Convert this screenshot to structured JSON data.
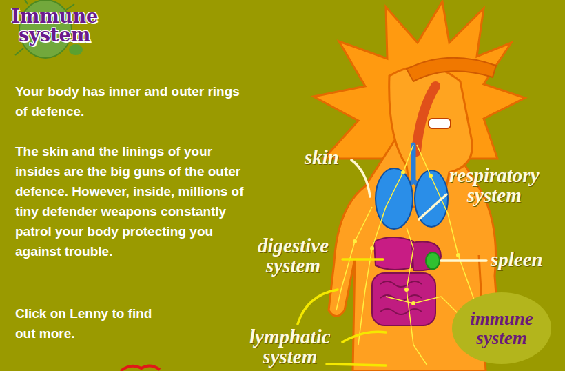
{
  "diagram": {
    "title": "Immune system",
    "nodes": [
      {
        "text": [
          "immune system"
        ]
      }
    ],
    "labels": [
      "Your body has inner and outer rings of defence.",
      "The skin and the linings of your insides are the big guns of the outer defence. However, inside, millions of tiny defender weapons constantly patrol your body protecting you against trouble.",
      "Click on Lenny to find out more.",
      "skin",
      "respiratory system",
      "digestive system",
      "spleen",
      "lymphatic system"
    ]
  }
}
